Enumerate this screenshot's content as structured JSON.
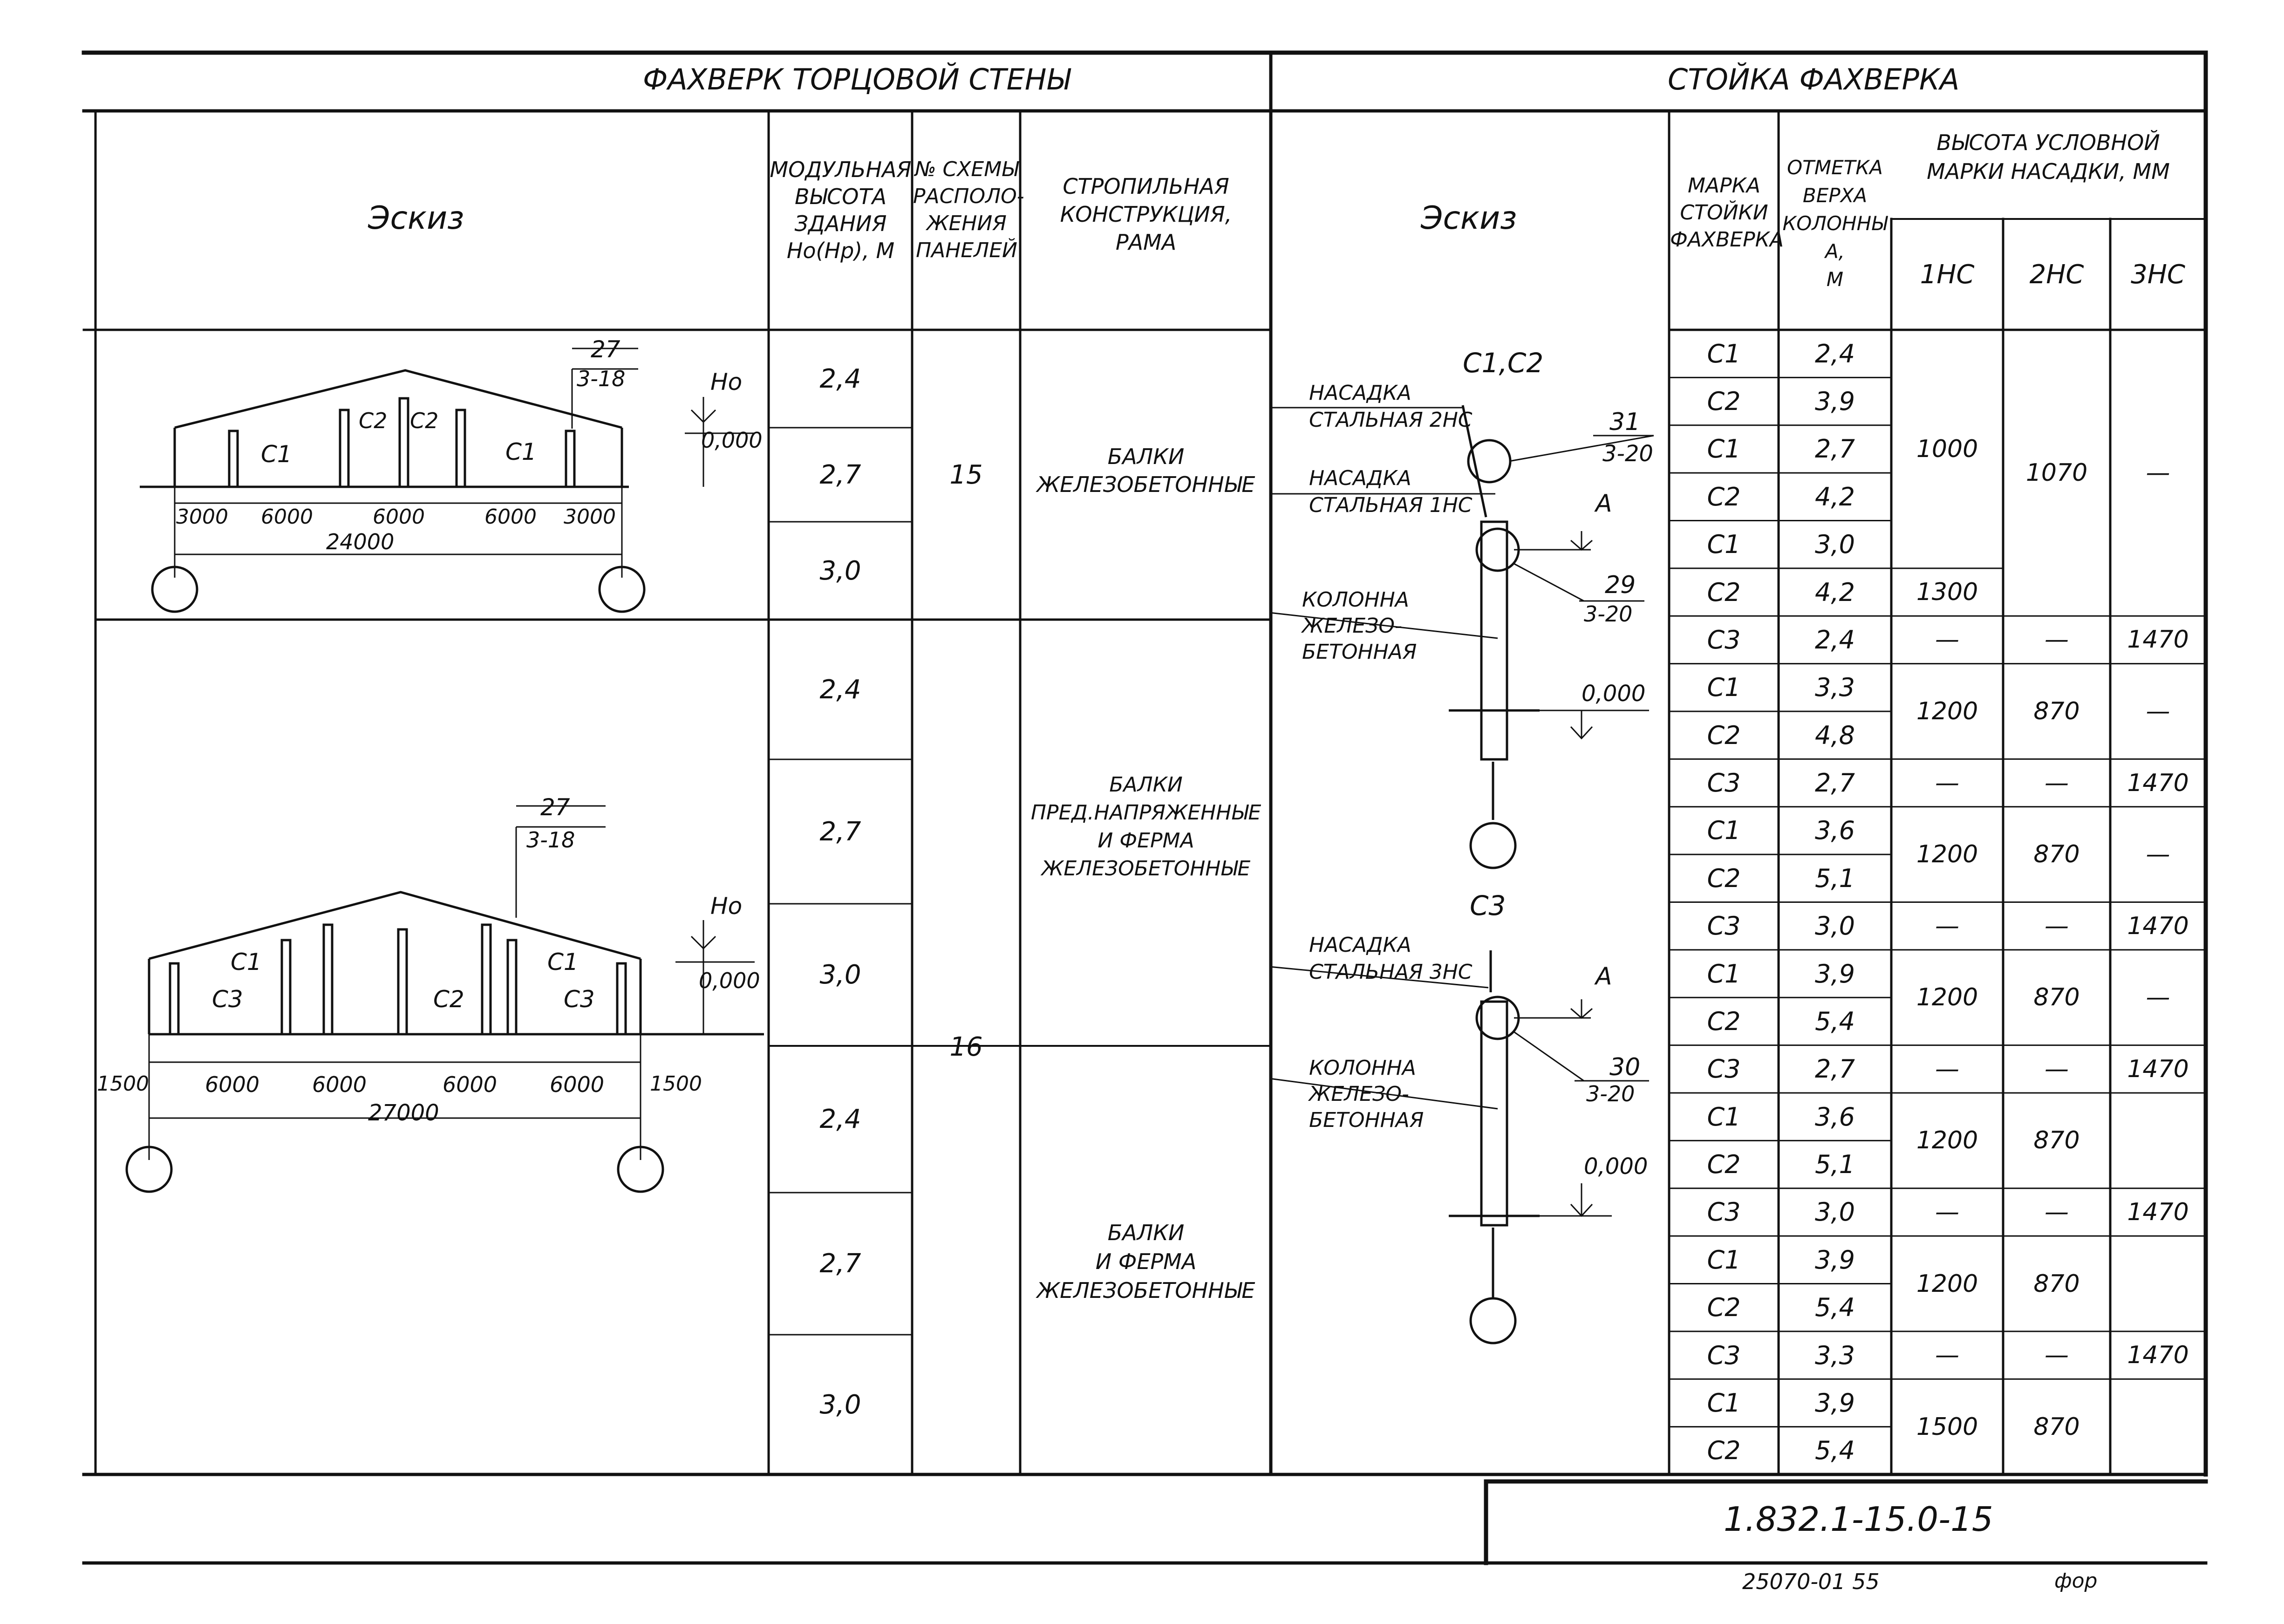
{
  "left_title": "ФАХВЕРК ТОРЦОВОЙ СТЕНЫ",
  "right_title": "СТОЙКА ФАХВЕРКА",
  "left_headers": {
    "sketch": "Эскиз",
    "height": [
      "МОДУЛЬНАЯ",
      "ВЫСОТА",
      "ЗДАНИЯ",
      "Hо(Hр), М"
    ],
    "scheme": [
      "№ СХЕМЫ",
      "РАСПОЛО-",
      "ЖЕНИЯ",
      "ПАНЕЛЕЙ"
    ],
    "structure": [
      "СТРОПИЛЬНАЯ",
      "КОНСТРУКЦИЯ,",
      "РАМА"
    ]
  },
  "right_headers": {
    "sketch": "Эскиз",
    "mark": [
      "МАРКА",
      "СТОЙКИ",
      "ФАХВЕРКА"
    ],
    "top": [
      "ОТМЕТКА",
      "ВЕРХА",
      "КОЛОННЫ",
      "А,",
      "М"
    ],
    "nozzle_group": [
      "ВЫСОТА УСЛОВНОЙ",
      "МАРКИ НАСАДКИ, ММ"
    ],
    "nozzles": [
      "1НС",
      "2НС",
      "3НС"
    ]
  },
  "left_rows": {
    "heights": [
      "2,4",
      "2,7",
      "3,0",
      "2,4",
      "2,7",
      "3,0",
      "2,4",
      "2,7",
      "3,0"
    ],
    "scheme_15": "15",
    "scheme_16": "16",
    "structure_1": [
      "БАЛКИ",
      "ЖЕЛЕЗОБЕТОННЫЕ"
    ],
    "structure_2": [
      "БАЛКИ",
      "ПРЕД.НАПРЯЖЕННЫЕ",
      "И ФЕРМА",
      "ЖЕЛЕЗОБЕТОННЫЕ"
    ],
    "structure_3": [
      "БАЛКИ",
      "И ФЕРМА",
      "ЖЕЛЕЗОБЕТОННЫЕ"
    ]
  },
  "sketch1": {
    "ref_top": "27",
    "ref_bottom": "3-18",
    "level_label": "Hо",
    "level_value": "0,000",
    "col_labels": [
      "С1",
      "С2",
      "С2",
      "С1"
    ],
    "spans": [
      "3000",
      "6000",
      "6000",
      "6000",
      "3000"
    ],
    "total": "24000"
  },
  "sketch2": {
    "ref_top": "27",
    "ref_bottom": "3-18",
    "level_label": "Hо",
    "level_value": "0,000",
    "col_labels": [
      "С1",
      "С3",
      "С2",
      "С1",
      "С3"
    ],
    "spans": [
      "1500",
      "6000",
      "6000",
      "6000",
      "6000",
      "1500"
    ],
    "total": "27000"
  },
  "col_sketch": {
    "title_a": "С1,С2",
    "title_b": "С3",
    "nozzle_2": [
      "НАСАДКА",
      "СТАЛЬНАЯ 2НС"
    ],
    "nozzle_1": [
      "НАСАДКА",
      "СТАЛЬНАЯ 1НС"
    ],
    "nozzle_3": [
      "НАСАДКА",
      "СТАЛЬНАЯ 3НС"
    ],
    "column": [
      "КОЛОННА",
      "ЖЕЛЕЗО-",
      "БЕТОННАЯ"
    ],
    "ref31": [
      "31",
      "3-20"
    ],
    "ref29": [
      "29",
      "3-20"
    ],
    "ref30": [
      "30",
      "3-20"
    ],
    "mark_a": "А",
    "zero": "0,000"
  },
  "table_rows": [
    {
      "mark": "С1",
      "top": "2,4"
    },
    {
      "mark": "С2",
      "top": "3,9"
    },
    {
      "mark": "С1",
      "top": "2,7"
    },
    {
      "mark": "С2",
      "top": "4,2"
    },
    {
      "mark": "С1",
      "top": "3,0"
    },
    {
      "mark": "С2",
      "top": "4,2"
    },
    {
      "mark": "С3",
      "top": "2,4"
    },
    {
      "mark": "С1",
      "top": "3,3"
    },
    {
      "mark": "С2",
      "top": "4,8"
    },
    {
      "mark": "С3",
      "top": "2,7"
    },
    {
      "mark": "С1",
      "top": "3,6"
    },
    {
      "mark": "С2",
      "top": "5,1"
    },
    {
      "mark": "С3",
      "top": "3,0"
    },
    {
      "mark": "С1",
      "top": "3,9"
    },
    {
      "mark": "С2",
      "top": "5,4"
    },
    {
      "mark": "С3",
      "top": "2,7"
    },
    {
      "mark": "С1",
      "top": "3,6"
    },
    {
      "mark": "С2",
      "top": "5,1"
    },
    {
      "mark": "С3",
      "top": "3,0"
    },
    {
      "mark": "С1",
      "top": "3,9"
    },
    {
      "mark": "С2",
      "top": "5,4"
    },
    {
      "mark": "С3",
      "top": "3,3"
    },
    {
      "mark": "С1",
      "top": "3,9"
    },
    {
      "mark": "С2",
      "top": "5,4"
    }
  ],
  "nozzle_values": {
    "g1_1": "1000",
    "g1_2": "1070",
    "g1_3": "—",
    "g1_4": "1300",
    "c3_1": "—",
    "c3_2": "—",
    "c3_3": "1470",
    "g2_1": "1200",
    "g2_2": "870",
    "g2_3": "—",
    "c3b_1": "—",
    "c3b_2": "—",
    "c3b_3": "1470",
    "g3_1": "1200",
    "g3_2": "870",
    "g3_3": "—",
    "c3c_1": "—",
    "c3c_2": "—",
    "c3c_3": "1470",
    "g4_1": "1200",
    "g4_2": "870",
    "g4_3": "—",
    "c3d_1": "—",
    "c3d_2": "—",
    "c3d_3": "1470",
    "g5_1": "1200",
    "g5_2": "870",
    "c3e_1": "—",
    "c3e_2": "—",
    "c3e_3": "1470",
    "g6_1": "1200",
    "g6_2": "870",
    "c3f_1": "—",
    "c3f_2": "—",
    "c3f_3": "1470",
    "g7_1": "1500",
    "g7_2": "870"
  },
  "doc_code": "1.832.1-15.0-15",
  "footer_num": "25070-01 55",
  "footer_fmt": "фор"
}
